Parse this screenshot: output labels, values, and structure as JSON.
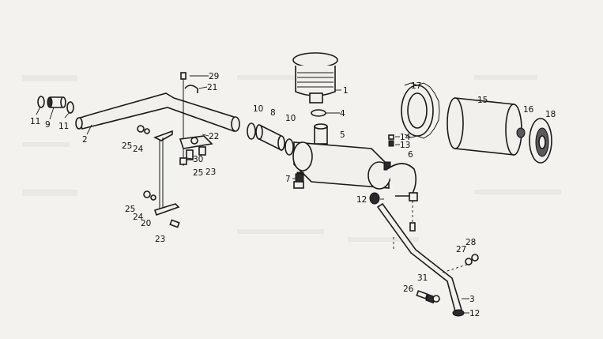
{
  "labels": {
    "p1": "1",
    "p2": "2",
    "p3": "3",
    "p4": "4",
    "p5": "5",
    "p6": "6",
    "p7": "7",
    "p8": "8",
    "p9": "9",
    "p10a": "10",
    "p10b": "10",
    "p11a": "11",
    "p11b": "11",
    "p12a": "12",
    "p12b": "12",
    "p13": "13",
    "p14": "14",
    "p15": "15",
    "p16": "16",
    "p17": "17",
    "p18": "18",
    "p20": "20",
    "p21": "21",
    "p22": "22",
    "p23a": "23",
    "p23b": "23",
    "p24a": "24",
    "p24b": "24",
    "p25a": "25",
    "p25b": "25",
    "p25c": "25",
    "p26": "26",
    "p27": "27",
    "p28": "28",
    "p29": "29",
    "p30": "30",
    "p31": "31"
  }
}
